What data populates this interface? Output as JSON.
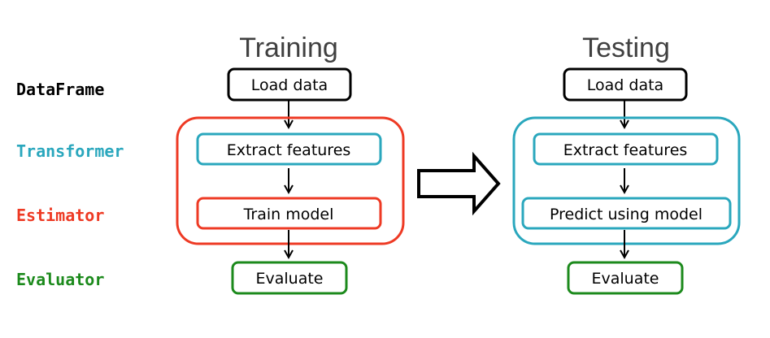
{
  "rows": {
    "dataframe": "DataFrame",
    "transformer": "Transformer",
    "estimator": "Estimator",
    "evaluator": "Evaluator"
  },
  "training": {
    "title": "Training",
    "load": "Load data",
    "extract": "Extract features",
    "train": "Train model",
    "evaluate": "Evaluate"
  },
  "testing": {
    "title": "Testing",
    "load": "Load data",
    "extract": "Extract features",
    "predict": "Predict using model",
    "evaluate": "Evaluate"
  },
  "colors": {
    "dataframe": "#000000",
    "transformer": "#2aa7bd",
    "estimator": "#ee3a24",
    "evaluator": "#1c8a1c"
  }
}
